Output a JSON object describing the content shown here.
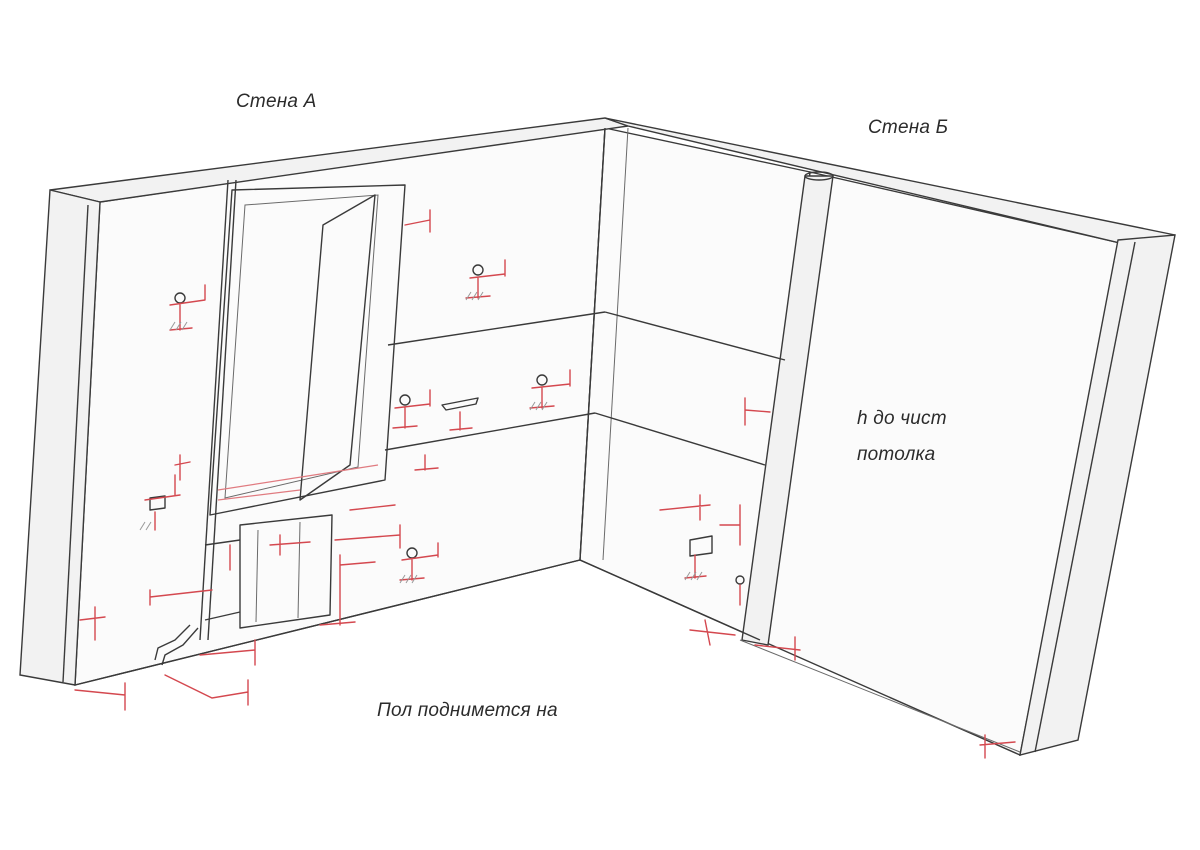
{
  "labels": {
    "wall_a": "Стена А",
    "wall_b": "Стена Б",
    "floor_note": "Пол поднимется на",
    "ceiling_line1": "h до чист",
    "ceiling_line2": "потолка"
  },
  "colors": {
    "line": "#3a3a3a",
    "dimension_mark": "#d4484f",
    "background": "#ffffff"
  }
}
